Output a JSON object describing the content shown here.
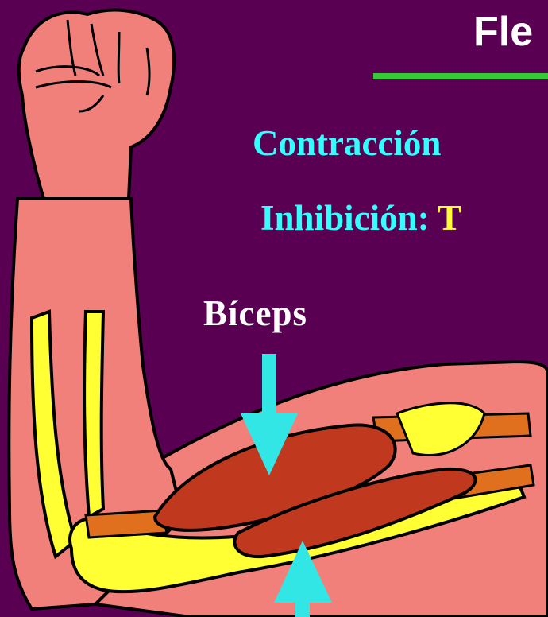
{
  "slide": {
    "title": "Fle",
    "contraction_label": "Contracción",
    "contraction_value": "",
    "inhibition_label": "Inhibición:",
    "inhibition_value": "T",
    "muscle_label": "Bíceps"
  },
  "colors": {
    "background": "#5a0052",
    "title_underline": "#33cc33",
    "highlight_text": "#33ffff",
    "value_text": "#ffff33",
    "arrow": "#33e6e6",
    "skin": "#f2807a",
    "bone": "#ffff33",
    "muscle": "#c0391f"
  }
}
